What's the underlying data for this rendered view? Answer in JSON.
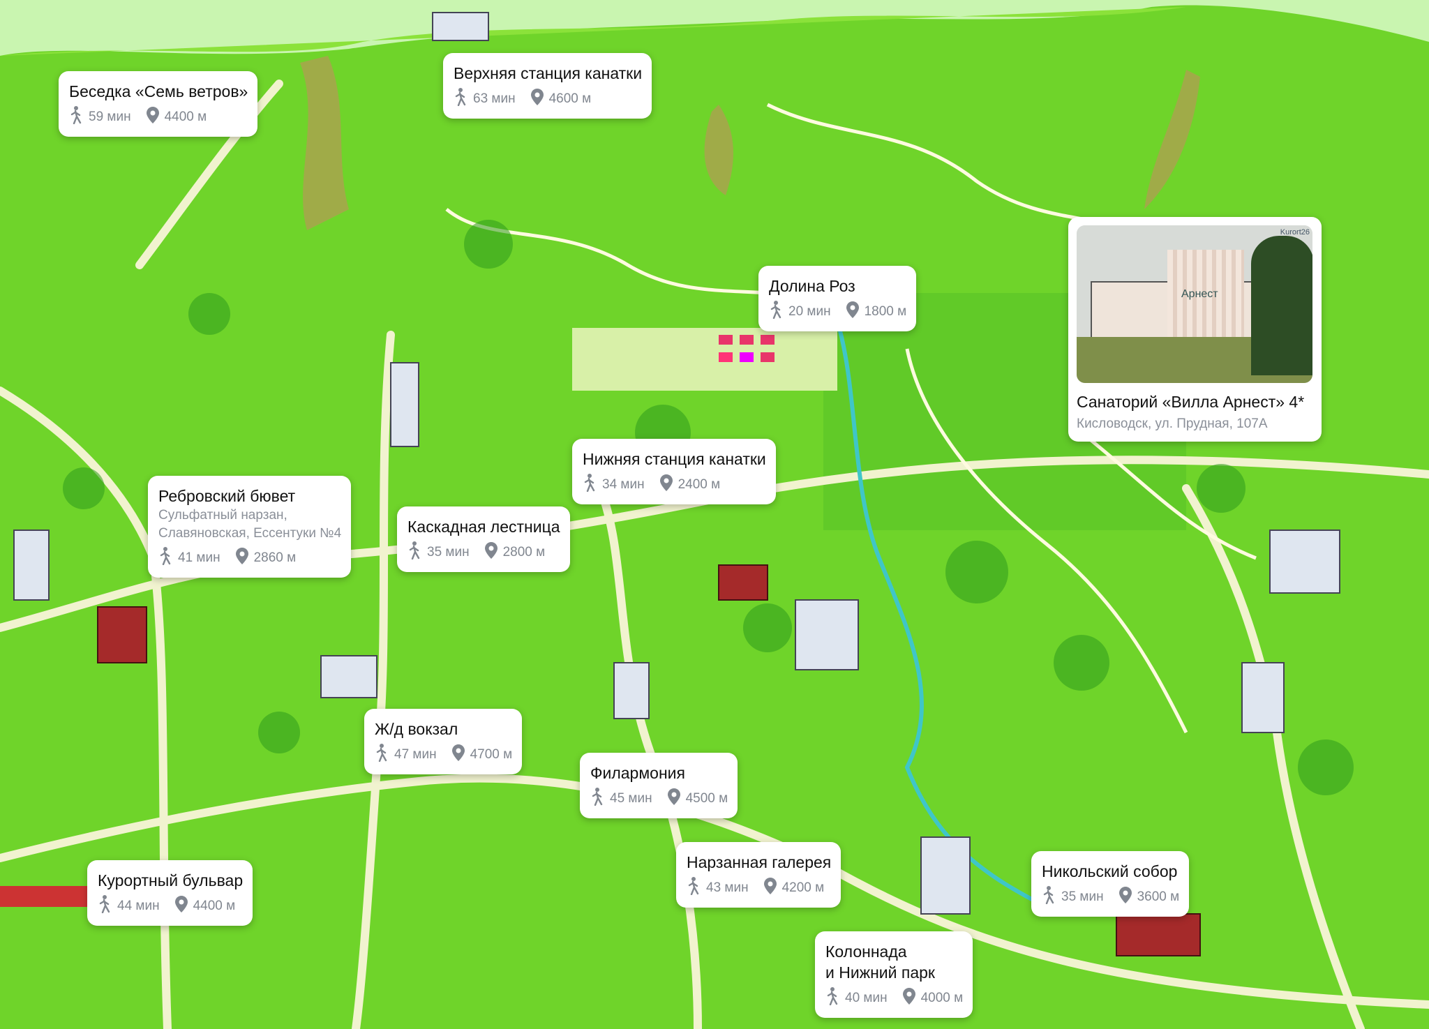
{
  "colors": {
    "grass": "#6fd42a",
    "road": "#f1f3cf",
    "sky": "#c9f5b0",
    "meta": "#80868f"
  },
  "hotel": {
    "name": "Санаторий «Вилла Арнест» 4*",
    "address": "Кисловодск, ул. Прудная, 107А",
    "photo_sign": "Арнест",
    "watermark": "Kurort26"
  },
  "places": [
    {
      "name": "Беседка «Семь ветров»",
      "walk": "59 мин",
      "dist": "4400 м"
    },
    {
      "name": "Верхняя станция канатки",
      "walk": "63 мин",
      "dist": "4600 м"
    },
    {
      "name": "Долина Роз",
      "walk": "20 мин",
      "dist": "1800 м"
    },
    {
      "name": "Нижняя станция канатки",
      "walk": "34 мин",
      "dist": "2400 м"
    },
    {
      "name": "Ребровский бювет",
      "desc1": "Сульфатный нарзан,",
      "desc2": "Славяновская, Ессентуки №4",
      "walk": "41 мин",
      "dist": "2860 м"
    },
    {
      "name": "Каскадная лестница",
      "walk": "35 мин",
      "dist": "2800 м"
    },
    {
      "name": "Ж/д вокзал",
      "walk": "47 мин",
      "dist": "4700 м"
    },
    {
      "name": "Филармония",
      "walk": "45 мин",
      "dist": "4500 м"
    },
    {
      "name": "Нарзанная галерея",
      "walk": "43 мин",
      "dist": "4200 м"
    },
    {
      "name": "Курортный бульвар",
      "walk": "44 мин",
      "dist": "4400 м"
    },
    {
      "name": "Никольский собор",
      "walk": "35 мин",
      "dist": "3600 м"
    },
    {
      "name": "Колоннада",
      "name2": "и Нижний парк",
      "walk": "40 мин",
      "dist": "4000 м"
    }
  ]
}
